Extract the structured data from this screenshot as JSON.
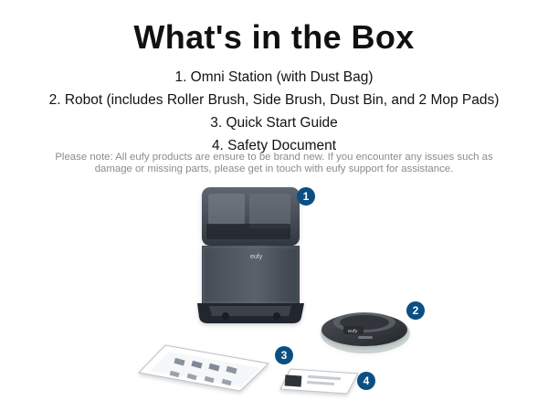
{
  "header": {
    "title": "What's in the Box"
  },
  "items": [
    "1. Omni Station (with Dust Bag)",
    "2. Robot (includes Roller Brush, Side Brush, Dust Bin, and 2 Mop Pads)",
    "3. Quick Start Guide",
    "4. Safety Document"
  ],
  "note": "Please note: All eufy products are ensure to be brand new. If you encounter any issues such as damage or missing parts, please get in touch with eufy support for assistance.",
  "badges": [
    "1",
    "2",
    "3",
    "4"
  ],
  "brand": "eufy",
  "colors": {
    "badge": "#0b4f82",
    "station_dark": "#2b2f35",
    "station_mid": "#4b525b",
    "robot": "#2f3236",
    "note_gray": "#8b8b8b"
  }
}
